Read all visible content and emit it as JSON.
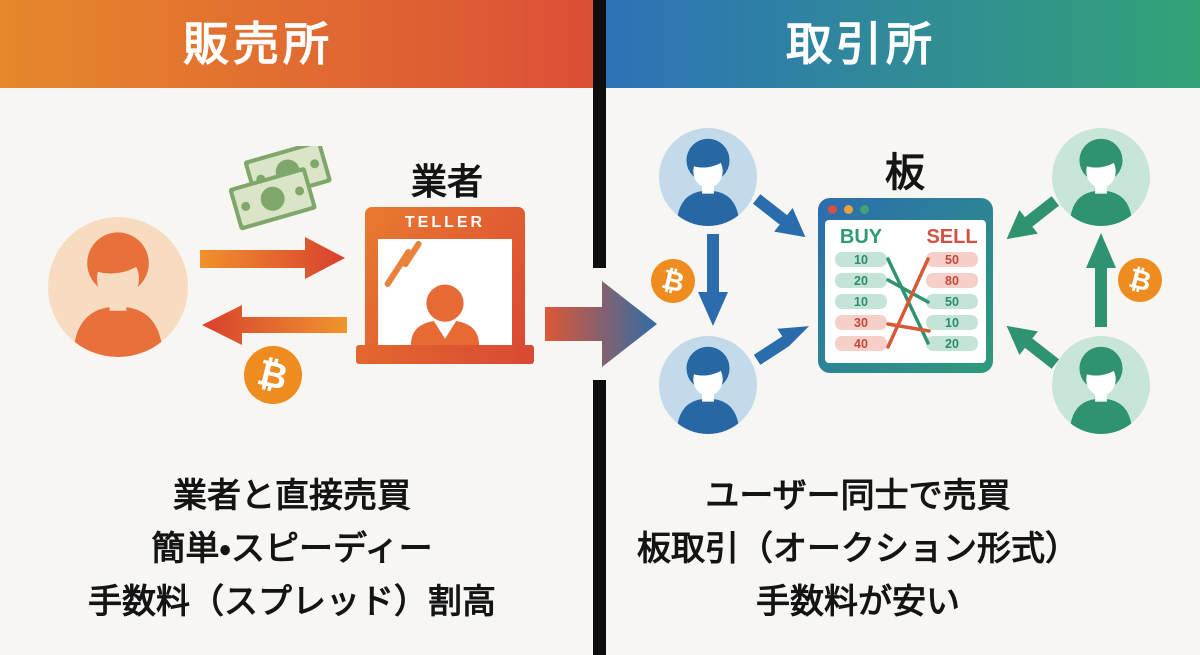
{
  "headers": {
    "left": "販売所",
    "right": "取引所"
  },
  "left_panel": {
    "vendor_label": "業者",
    "teller_sign": "TELLER",
    "btc_symbol": "₿",
    "descriptions": [
      "業者と直接売買",
      "簡単・スピーディー",
      "手数料（スプレッド）割高"
    ]
  },
  "right_panel": {
    "board_label": "板",
    "btc_symbol": "₿",
    "order_book": {
      "buy_header": "BUY",
      "sell_header": "SELL",
      "buy_rows": [
        {
          "value": "10",
          "tone": "green"
        },
        {
          "value": "20",
          "tone": "green"
        },
        {
          "value": "10",
          "tone": "green"
        },
        {
          "value": "30",
          "tone": "pink"
        },
        {
          "value": "40",
          "tone": "pink"
        }
      ],
      "sell_rows": [
        {
          "value": "50",
          "tone": "pink"
        },
        {
          "value": "80",
          "tone": "pink"
        },
        {
          "value": "50",
          "tone": "green"
        },
        {
          "value": "10",
          "tone": "green"
        },
        {
          "value": "20",
          "tone": "green"
        }
      ]
    },
    "descriptions": [
      "ユーザー同士で売買",
      "板取引（オークション形式）",
      "手数料が安い"
    ]
  },
  "colors": {
    "left_header_gradient": [
      "#E6882B",
      "#DC4E37"
    ],
    "right_header_gradient": [
      "#2D72B8",
      "#33A377"
    ],
    "background": "#F8F6F2",
    "divider": "#0D0D0D",
    "bitcoin_orange": "#EE8C1F",
    "buy_green": "#2E9B6F",
    "sell_red": "#D4503F",
    "blue_accent": "#2B6DAC",
    "green_accent": "#2F9372",
    "orange_accent": "#E8703A"
  }
}
